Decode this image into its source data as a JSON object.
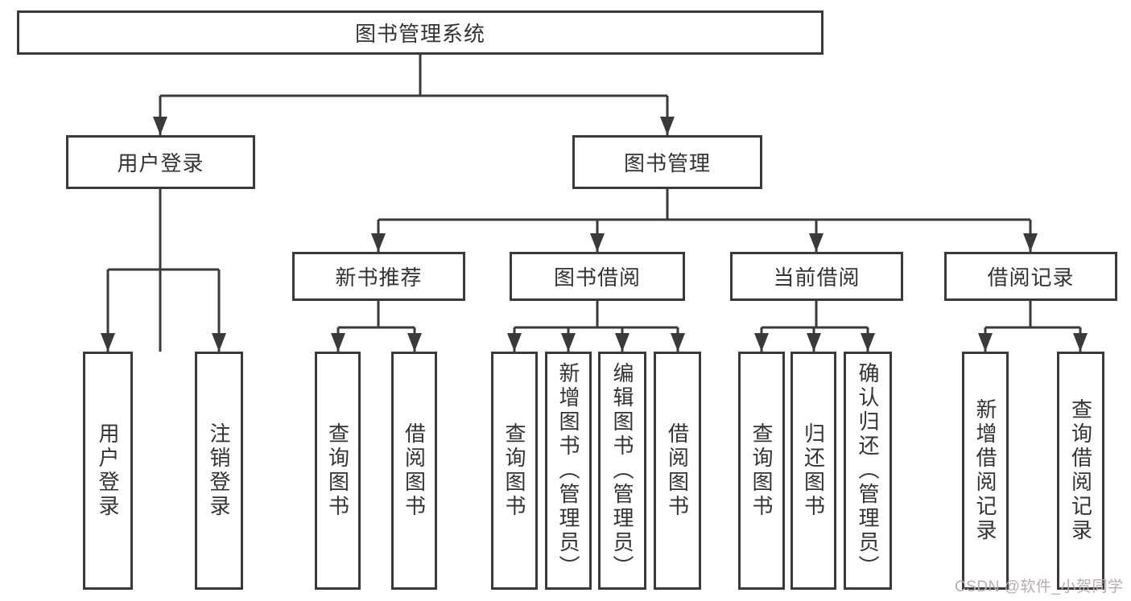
{
  "diagram": {
    "title": "图书管理系统",
    "nodes": {
      "root": "图书管理系统",
      "user_login": "用户登录",
      "book_mgmt": "图书管理",
      "new_books": "新书推荐",
      "book_borrow": "图书借阅",
      "current_borrow": "当前借阅",
      "borrow_records": "借阅记录",
      "leaf_user_login": "用户登录",
      "leaf_logout": "注销登录",
      "leaf_query_books_a": "查询图书",
      "leaf_borrow_books_a": "借阅图书",
      "leaf_query_books_b": "查询图书",
      "leaf_add_books": "新增图书（管理员）",
      "leaf_edit_books": "编辑图书（管理员）",
      "leaf_borrow_books_b": "借阅图书",
      "leaf_query_books_c": "查询图书",
      "leaf_return_books": "归还图书",
      "leaf_confirm_return": "确认归还（管理员）",
      "leaf_add_record": "新增借阅记录",
      "leaf_query_record": "查询借阅记录"
    },
    "hierarchy": {
      "图书管理系统": {
        "用户登录": [
          "用户登录",
          "注销登录"
        ],
        "图书管理": {
          "新书推荐": [
            "查询图书",
            "借阅图书"
          ],
          "图书借阅": [
            "查询图书",
            "新增图书（管理员）",
            "编辑图书（管理员）",
            "借阅图书"
          ],
          "当前借阅": [
            "查询图书",
            "归还图书",
            "确认归还（管理员）"
          ],
          "借阅记录": [
            "新增借阅记录",
            "查询借阅记录"
          ]
        }
      }
    },
    "colors": {
      "line": "#3a3a3a",
      "box_border": "#3a3a3a",
      "text": "#333333",
      "background": "#ffffff",
      "watermark": "#b9acac"
    }
  },
  "watermark": {
    "text": "CSDN @软件_小贺同学"
  }
}
